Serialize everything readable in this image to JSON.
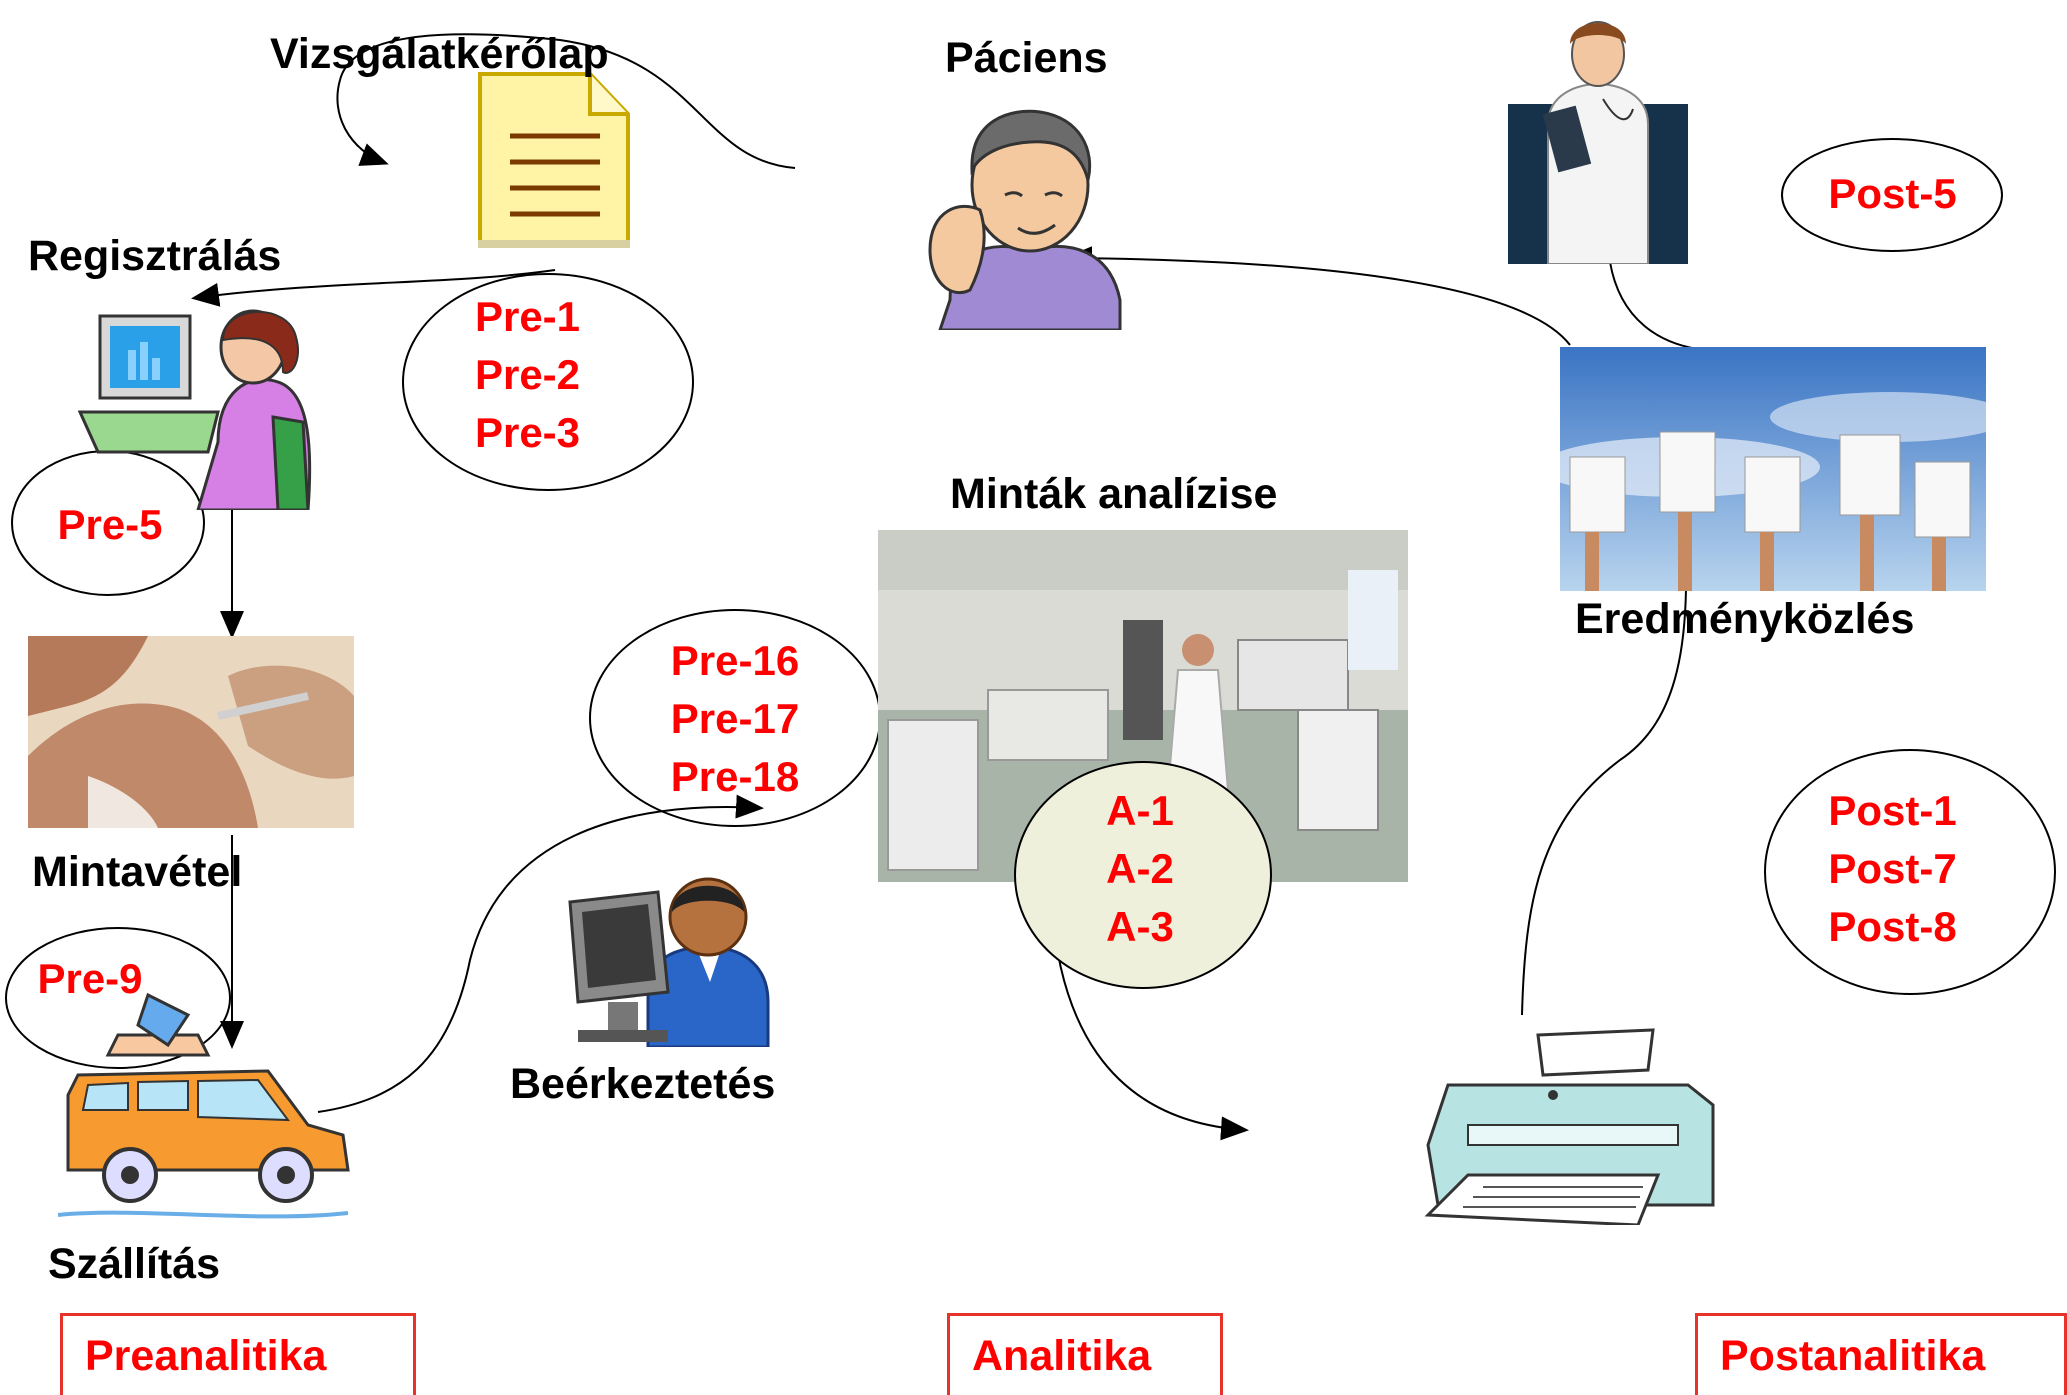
{
  "steps": {
    "request_form": "Vizsgálatkérőlap",
    "patient": "Páciens",
    "registration": "Regisztrálás",
    "analysis": "Minták analízise",
    "reporting": "Eredményközlés",
    "sampling": "Mintavétel",
    "reception": "Beérkeztetés",
    "transport": "Szállítás"
  },
  "codes": {
    "pre_1": "Pre-1",
    "pre_2": "Pre-2",
    "pre_3": "Pre-3",
    "pre_5": "Pre-5",
    "pre_9": "Pre-9",
    "pre_16": "Pre-16",
    "pre_17": "Pre-17",
    "pre_18": "Pre-18",
    "a_1": "A-1",
    "a_2": "A-2",
    "a_3": "A-3",
    "post_5": "Post-5",
    "post_1": "Post-1",
    "post_7": "Post-7",
    "post_8": "Post-8"
  },
  "phases": {
    "pre": "Preanalitika",
    "ana": "Analitika",
    "post": "Postanalitika"
  },
  "colors": {
    "accent": "#ff0000",
    "phase_border": "#e8332a",
    "lab_bubble": "#eef0dc"
  }
}
